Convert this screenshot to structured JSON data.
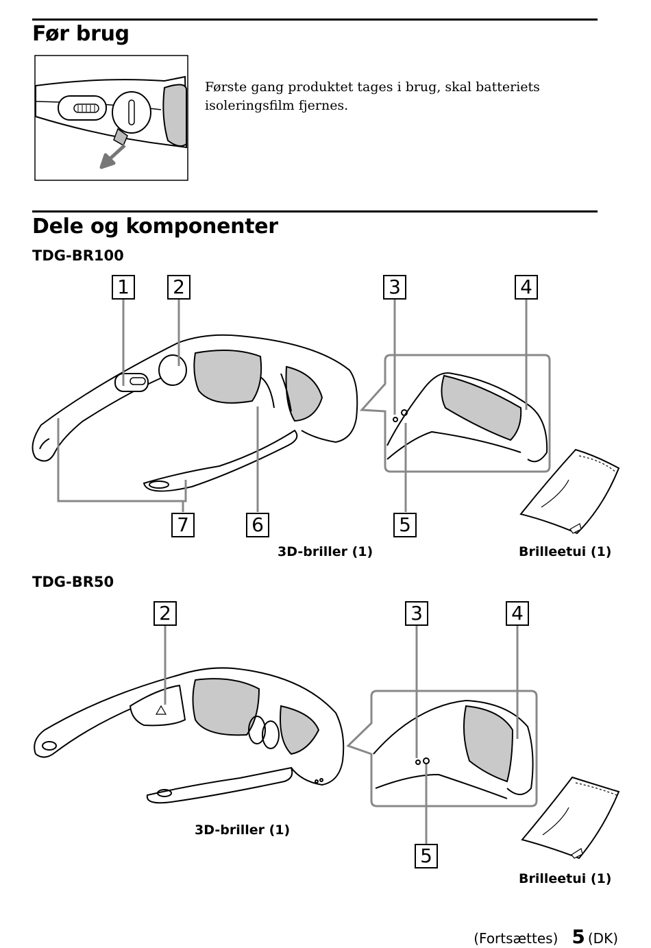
{
  "section1": {
    "title": "Før brug",
    "text": "Første gang produktet tages i brug, skal batteriets isoleringsfilm fjernes."
  },
  "section2": {
    "title": "Dele og komponenter",
    "model1": {
      "name": "TDG-BR100",
      "callouts": [
        "1",
        "2",
        "3",
        "4",
        "7",
        "6",
        "5"
      ],
      "glasses_caption": "3D-briller (1)",
      "case_caption": "Brilleetui (1)"
    },
    "model2": {
      "name": "TDG-BR50",
      "callouts": [
        "2",
        "3",
        "4",
        "5"
      ],
      "glasses_caption": "3D-briller (1)",
      "case_caption": "Brilleetui (1)"
    }
  },
  "footer": {
    "continued": "(Fortsættes)",
    "page_number": "5",
    "lang": "(DK)"
  }
}
